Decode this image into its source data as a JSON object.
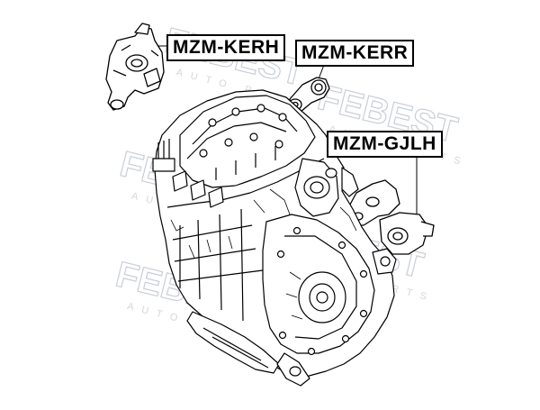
{
  "parts": [
    {
      "id": "kerh",
      "label": "MZM-KERH"
    },
    {
      "id": "kerr",
      "label": "MZM-KERR"
    },
    {
      "id": "gjlh",
      "label": "MZM-GJLH"
    }
  ],
  "watermark": {
    "brand": "FEBEST",
    "sub": "AUTO PARTS"
  },
  "colors": {
    "line": "#000000",
    "watermark": "#c9ced6",
    "background": "#ffffff"
  }
}
